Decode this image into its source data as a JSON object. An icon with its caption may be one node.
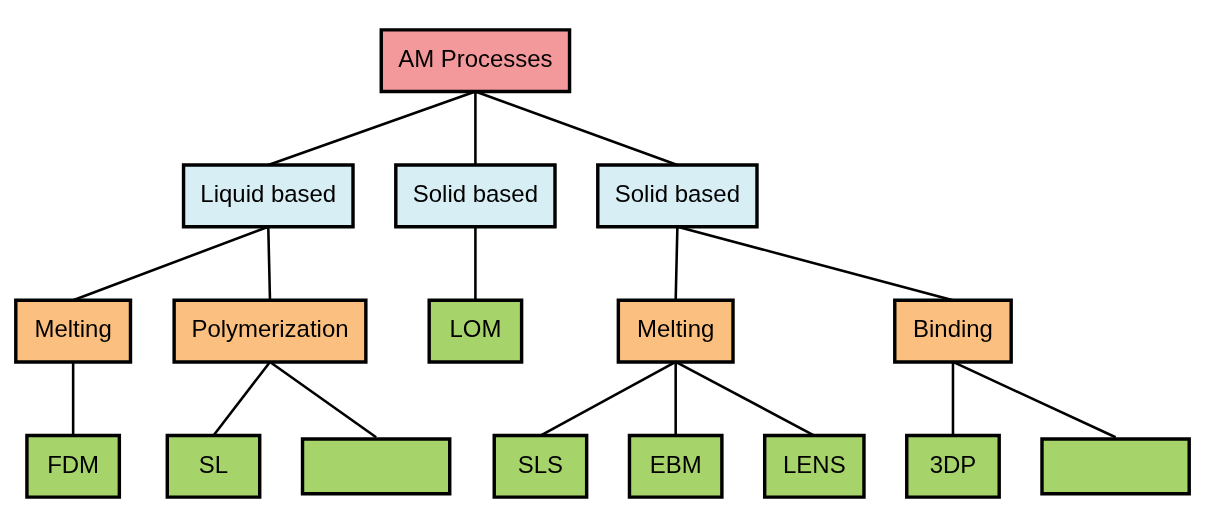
{
  "diagram": {
    "nodes": [
      {
        "text": [
          "AM Processes"
        ]
      },
      {
        "text": [
          "Liquid based"
        ]
      },
      {
        "text": [
          "Solid based"
        ]
      },
      {
        "text": [
          "Solid based"
        ]
      },
      {
        "text": [
          "Melting"
        ]
      },
      {
        "text": [
          "Polymerization"
        ]
      },
      {
        "text": [
          "LOM"
        ]
      },
      {
        "text": [
          "Melting"
        ]
      },
      {
        "text": [
          "Binding"
        ]
      },
      {
        "text": [
          "FDM"
        ]
      },
      {
        "text": [
          "SL"
        ]
      },
      {
        "text": [],
        "shape": "box"
      },
      {
        "text": [
          "SLS"
        ]
      },
      {
        "text": [
          "EBM"
        ]
      },
      {
        "text": [
          "LENS"
        ]
      },
      {
        "text": [
          "3DP"
        ]
      },
      {
        "text": [],
        "shape": "box"
      }
    ],
    "edges": [
      {
        "from": 0,
        "to": 1,
        "arrow": "none"
      },
      {
        "from": 0,
        "to": 2,
        "arrow": "none"
      },
      {
        "from": 0,
        "to": 3,
        "arrow": "none"
      },
      {
        "from": 1,
        "to": 4,
        "arrow": "none"
      },
      {
        "from": 1,
        "to": 5,
        "arrow": "none"
      },
      {
        "from": 2,
        "to": 6,
        "arrow": "none"
      },
      {
        "from": 3,
        "to": 7,
        "arrow": "none"
      },
      {
        "from": 3,
        "to": 8,
        "arrow": "none"
      },
      {
        "from": 4,
        "to": 9,
        "arrow": "none"
      },
      {
        "from": 5,
        "to": 10,
        "arrow": "none"
      },
      {
        "from": 5,
        "to": 11,
        "arrow": "none"
      },
      {
        "from": 7,
        "to": 12,
        "arrow": "none"
      },
      {
        "from": 7,
        "to": 13,
        "arrow": "none"
      },
      {
        "from": 7,
        "to": 14,
        "arrow": "none"
      },
      {
        "from": 8,
        "to": 15,
        "arrow": "none"
      },
      {
        "from": 8,
        "to": 16,
        "arrow": "none"
      }
    ]
  }
}
